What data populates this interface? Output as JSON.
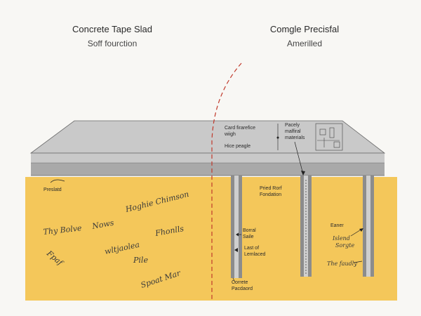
{
  "headings": {
    "left_title": "Concrete Tape Slad",
    "left_subtitle": "Soff fourction",
    "right_title": "Comgle Precisfal",
    "right_subtitle": "Amerilled"
  },
  "slab_labels": {
    "top_line1": "Card firarefice",
    "top_line2": "wiigh",
    "middle": "Hice peagle",
    "right_line1": "Pacely",
    "right_line2": "malfiral",
    "right_line3": "materials"
  },
  "ground_labels": {
    "prestated": "Preslatd",
    "pile_found_line1": "Pried Rorf",
    "pile_found_line2": "Fondation",
    "borral_line1": "Borral",
    "borral_line2": "Saile",
    "last_line1": "Last of",
    "last_line2": "Lemlaced",
    "correte_line1": "Correte",
    "correte_line2": "Pacdaord",
    "eaner": "Eaner",
    "right_hand_line1": "Islend",
    "right_hand_line2": "Sorgte",
    "right_hand_bottom": "The faudly"
  },
  "handwriting": {
    "line1_a": "Thy Bolve",
    "line1_b": "Nows",
    "line1_c": "Hoghie Chimson",
    "line2_a": "Fhonlls",
    "line2_b": "wltjaolea",
    "line3_a": "Pile",
    "line4_a": "Spoat Mar",
    "side_a": "Fpaf"
  },
  "colors": {
    "soil": "#f4c75a",
    "slab_top": "#c9c9c9",
    "slab_side": "#a9a9a9",
    "pile": "#8c8c8c",
    "pile_core": "#cfcfcf",
    "divider": "#c0392b",
    "ink": "#222222"
  }
}
